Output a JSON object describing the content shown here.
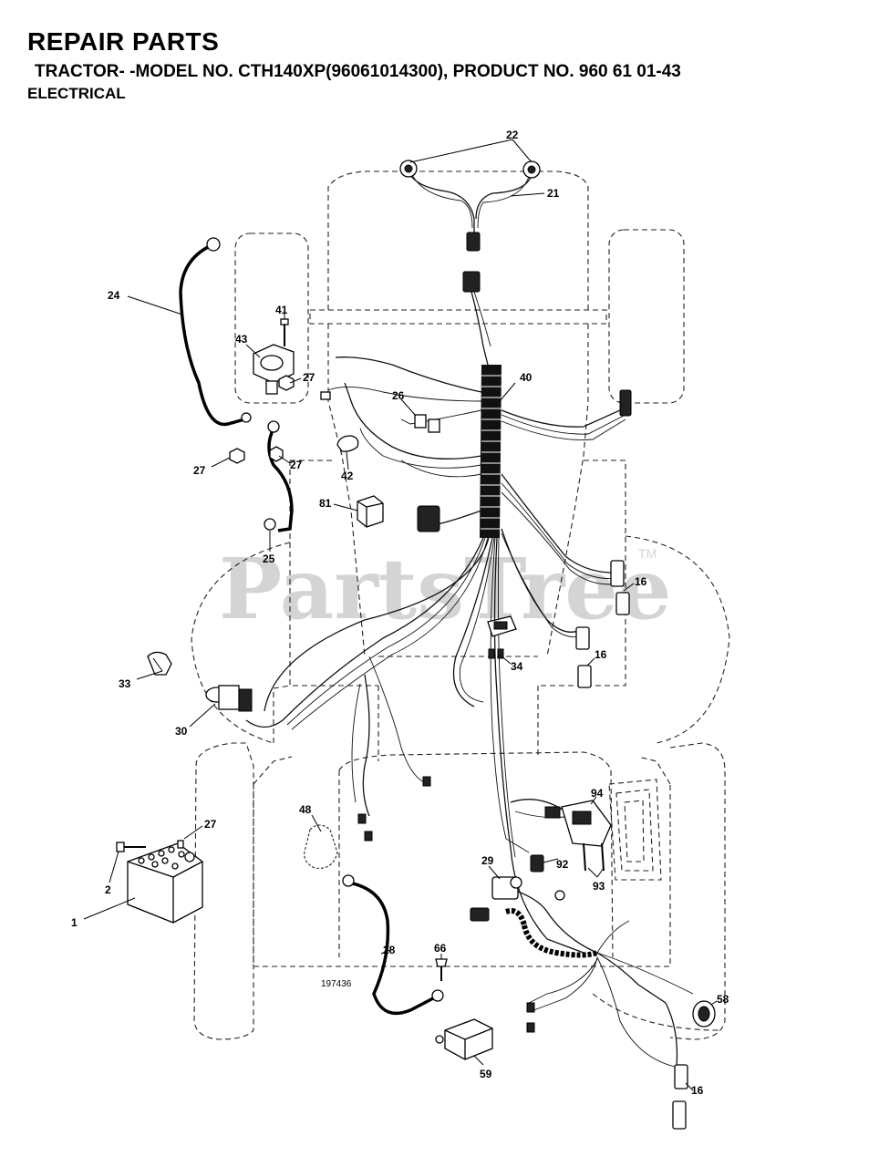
{
  "header": {
    "title": "REPAIR PARTS",
    "model_line": "TRACTOR- -MODEL NO. CTH140XP(96061014300), PRODUCT NO. 960 61 01-43",
    "section": "ELECTRICAL"
  },
  "watermark": {
    "text": "PartsTree",
    "trademark": "TM"
  },
  "figure_code": "197436",
  "callouts": {
    "p1": "1",
    "p2": "2",
    "p16a": "16",
    "p16b": "16",
    "p16c": "16",
    "p21": "21",
    "p22": "22",
    "p24": "24",
    "p25": "25",
    "p26": "26",
    "p27a": "27",
    "p27b": "27",
    "p27c": "27",
    "p27d": "27",
    "p28": "28",
    "p29": "29",
    "p30": "30",
    "p33": "33",
    "p34": "34",
    "p40": "40",
    "p41": "41",
    "p42": "42",
    "p43": "43",
    "p48": "48",
    "p58": "58",
    "p59": "59",
    "p66": "66",
    "p81": "81",
    "p92": "92",
    "p93": "93",
    "p94": "94"
  }
}
